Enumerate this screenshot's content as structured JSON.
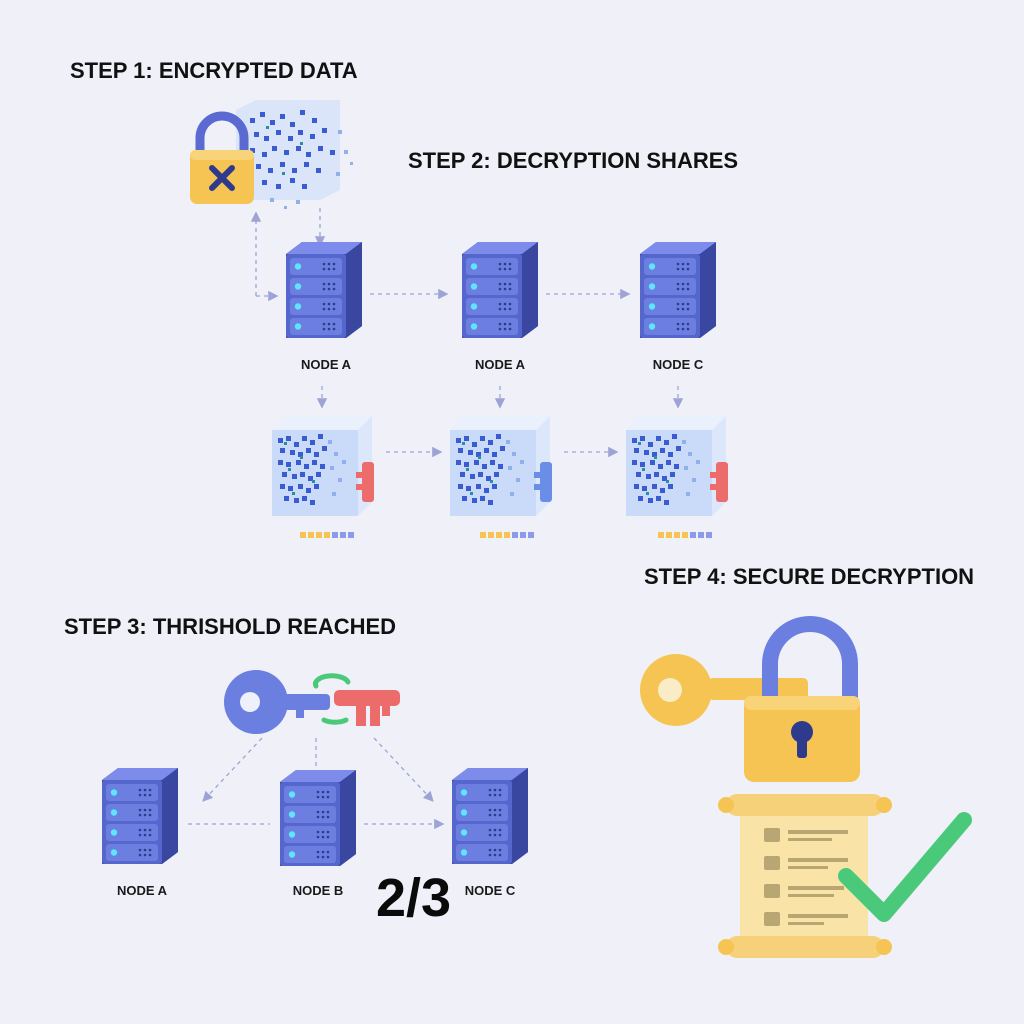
{
  "steps": {
    "step1": "STEP 1: ENCRYPTED DATA",
    "step2": "STEP 2: DECRYPTION SHARES",
    "step3": "STEP 3: THRISHOLD REACHED",
    "step4": "STEP 4: SECURE DECRYPTION"
  },
  "step2_nodes": [
    "NODE A",
    "NODE A",
    "NODE C"
  ],
  "step3_nodes": [
    "NODE A",
    "NODE B",
    "NODE C"
  ],
  "threshold": "2/3",
  "colors": {
    "server": "#5a6bd6",
    "lock_gold": "#f6c453",
    "key_blue": "#6a7fe0",
    "key_red": "#ec6b6b",
    "check_green": "#4bc97a",
    "scroll": "#f9e3a6"
  },
  "icons": [
    "lock-x-icon",
    "server-icon",
    "data-cube-icon",
    "key-icon",
    "padlock-icon",
    "scroll-icon",
    "check-icon"
  ]
}
